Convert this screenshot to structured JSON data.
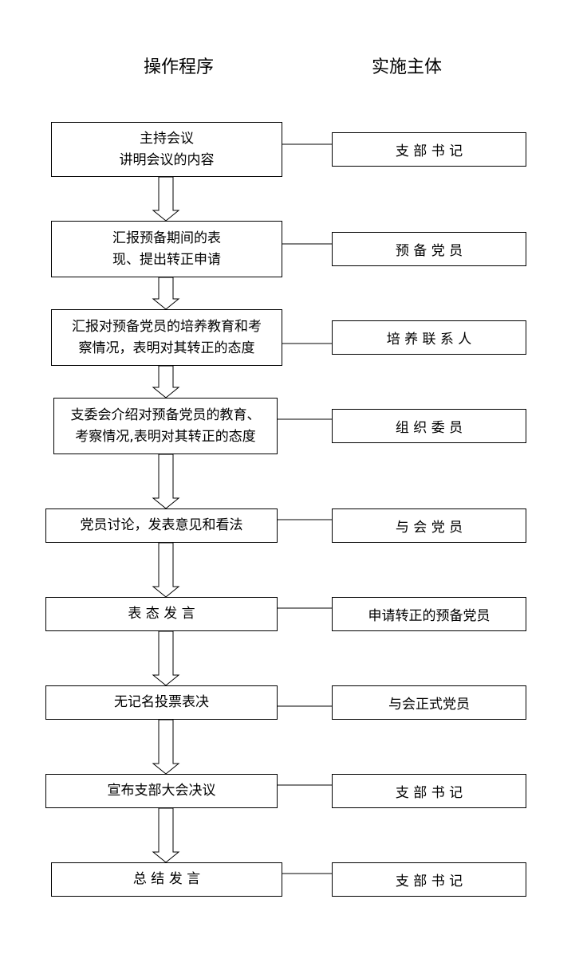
{
  "headers": {
    "procedure": "操作程序",
    "actor": "实施主体"
  },
  "steps": [
    {
      "text": "主持会议\n讲明会议的内容",
      "actor": "支 部 书 记"
    },
    {
      "text": "汇报预备期间的表\n现、提出转正申请",
      "actor": "预 备 党 员"
    },
    {
      "text": "汇报对预备党员的培养教育和考\n察情况，表明对其转正的态度",
      "actor": "培 养 联 系 人"
    },
    {
      "text": "支委会介绍对预备党员的教育、\n考察情况,表明对其转正的态度",
      "actor": "组 织 委 员"
    },
    {
      "text": "党员讨论，发表意见和看法",
      "actor": "与 会 党 员"
    },
    {
      "text": "表 态 发 言",
      "actor": "申请转正的预备党员"
    },
    {
      "text": "无记名投票表决",
      "actor": "与会正式党员"
    },
    {
      "text": "宣布支部大会决议",
      "actor": "支 部 书 记"
    },
    {
      "text": "总 结 发 言",
      "actor": "支 部 书 记"
    }
  ]
}
